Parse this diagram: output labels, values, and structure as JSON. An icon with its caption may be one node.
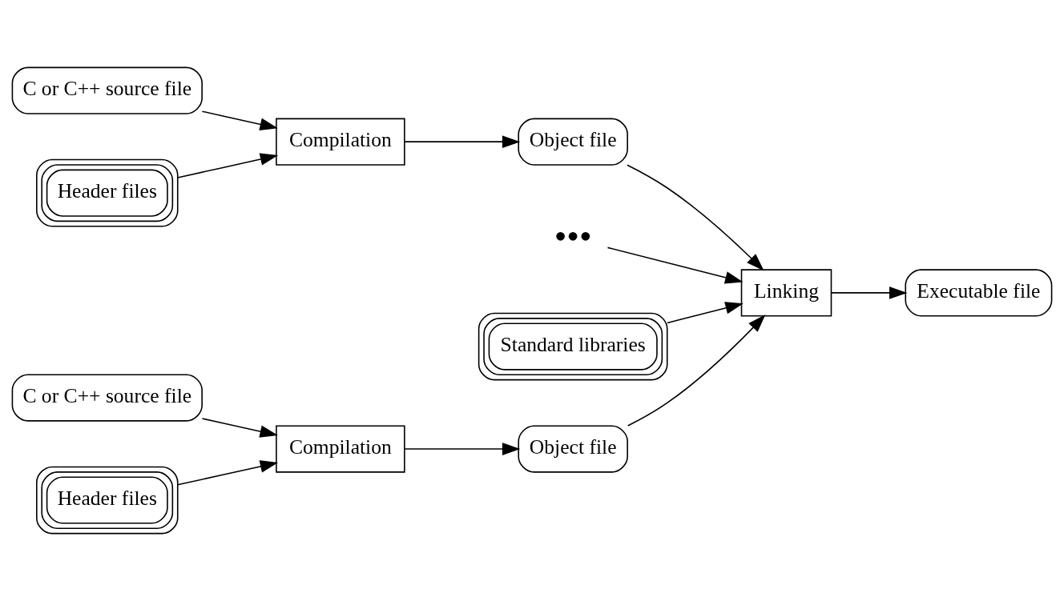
{
  "diagram": {
    "nodes": [
      {
        "text": [
          "C or C++ source file"
        ]
      },
      {
        "text": [
          "Compilation"
        ]
      },
      {
        "text": [
          "Object file"
        ]
      },
      {
        "text": [
          "Header files"
        ]
      },
      {
        "text": [
          "•••"
        ]
      },
      {
        "text": [
          "Linking"
        ]
      },
      {
        "text": [
          "Executable file"
        ]
      },
      {
        "text": [
          "Standard libraries"
        ]
      },
      {
        "text": [
          "C or C++ source file"
        ]
      },
      {
        "text": [
          "Compilation"
        ]
      },
      {
        "text": [
          "Object file"
        ]
      },
      {
        "text": [
          "Header files"
        ]
      }
    ],
    "edges": [
      {
        "from": 0,
        "to": 1,
        "arrow": "to"
      },
      {
        "from": 1,
        "to": 2,
        "arrow": "to"
      },
      {
        "from": 3,
        "to": 1,
        "arrow": "to"
      },
      {
        "from": 2,
        "to": 5,
        "arrow": "to"
      },
      {
        "from": 4,
        "to": 5,
        "arrow": "to"
      },
      {
        "from": 10,
        "to": 5,
        "arrow": "to"
      },
      {
        "from": 5,
        "to": 6,
        "arrow": "to"
      },
      {
        "from": 7,
        "to": 5,
        "arrow": "to"
      },
      {
        "from": 8,
        "to": 9,
        "arrow": "to"
      },
      {
        "from": 9,
        "to": 10,
        "arrow": "to"
      },
      {
        "from": 11,
        "to": 9,
        "arrow": "to"
      }
    ]
  }
}
